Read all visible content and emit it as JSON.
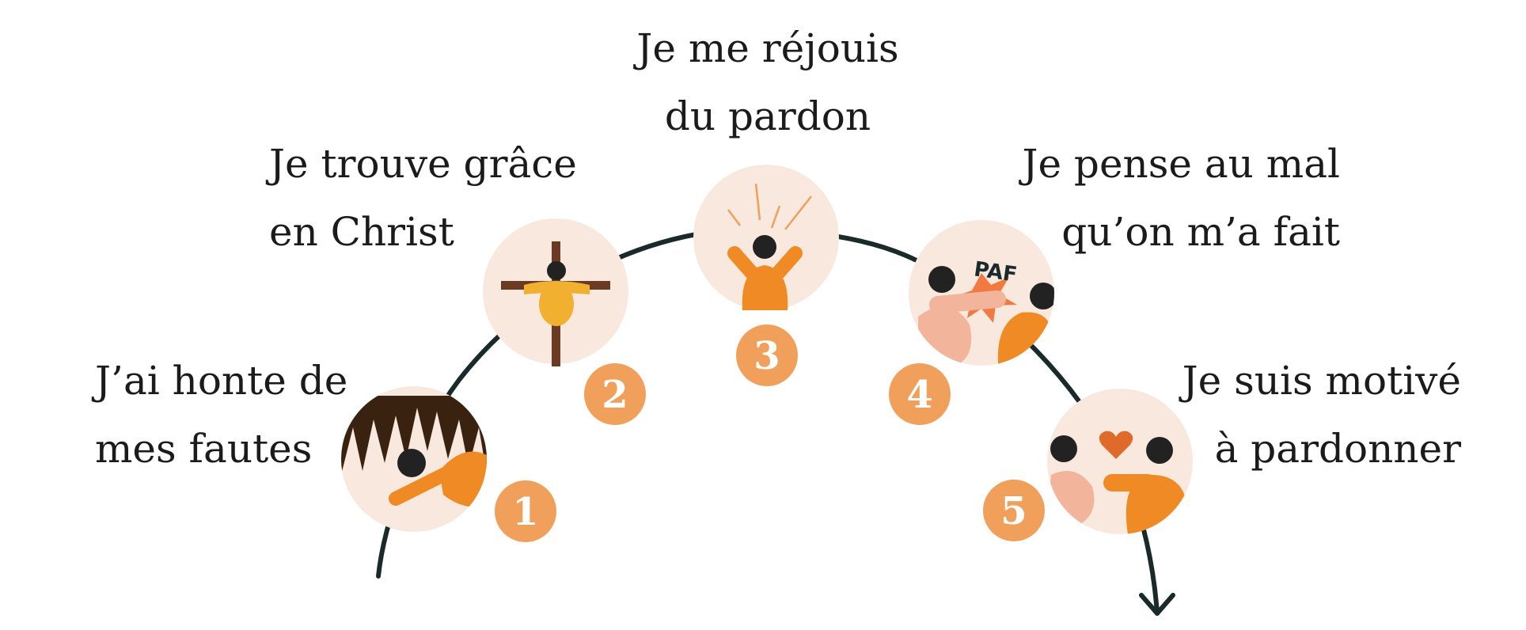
{
  "colors": {
    "arc": "#1a2a2a",
    "circle_bg": "#f8e8dd",
    "badge": "#f0a05a",
    "badge_text": "#ffffff",
    "orange": "#f08a24",
    "orange_dark": "#d26a10",
    "skin": "#f2b49a",
    "ink": "#222222",
    "hair": "#3a2211",
    "wood": "#6b3a22",
    "heart": "#e06a2a"
  },
  "steps": [
    {
      "number": "1",
      "line1": "J’ai honte de",
      "line2": "mes fautes",
      "icon": "ashamed-face-icon"
    },
    {
      "number": "2",
      "line1": "Je trouve grâce",
      "line2": "en Christ",
      "icon": "crucifix-icon"
    },
    {
      "number": "3",
      "line1": "Je me réjouis",
      "line2": "du pardon",
      "icon": "rejoicing-person-icon"
    },
    {
      "number": "4",
      "line1": "Je pense au mal",
      "line2": "qu’on m’a fait",
      "icon": "punch-paf-icon",
      "icon_text": "PAF"
    },
    {
      "number": "5",
      "line1": "Je suis motivé",
      "line2": "à pardonner",
      "icon": "handshake-heart-icon"
    }
  ]
}
